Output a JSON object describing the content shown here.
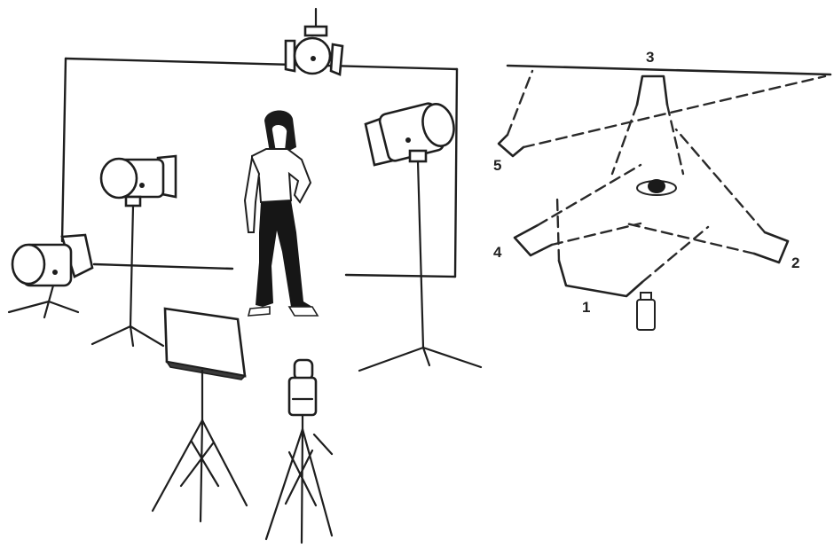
{
  "plan_labels": {
    "light_1": "1",
    "light_2": "2",
    "light_3": "3",
    "light_4": "4",
    "light_5": "5"
  },
  "colors": {
    "ink": "#1e1e1e",
    "background": "#ffffff",
    "figure_dark": "#161616"
  }
}
